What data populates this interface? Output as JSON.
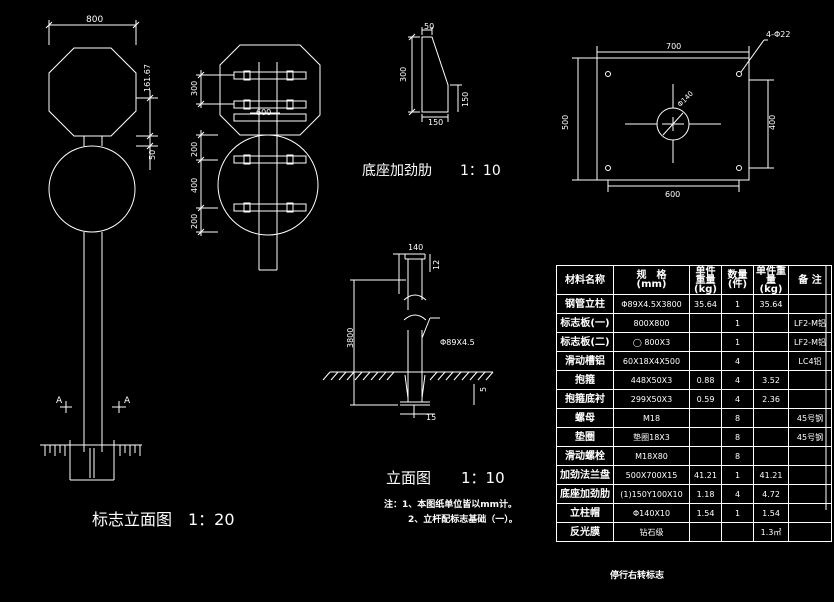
{
  "drawing": {
    "main_elevation": {
      "title": "标志立面图　1：20",
      "dims": {
        "width": "800",
        "d1": "161.67",
        "d2": "50"
      },
      "section_marks": [
        "A",
        "A"
      ]
    },
    "panel_back": {
      "dims": {
        "a": "300",
        "b": "600",
        "c": "200",
        "d": "400",
        "e": "200"
      }
    },
    "rib_detail": {
      "title": "底座加劲肋　　1：10",
      "dims": {
        "top": "50",
        "height": "300",
        "side": "150",
        "bottom": "150"
      }
    },
    "post_elevation": {
      "title": "立面图　　1：10",
      "dims": {
        "top": "140",
        "cap": "12",
        "height": "3800",
        "pipe": "Φ89X4.5",
        "base": "15",
        "side": "5"
      }
    },
    "base_plate": {
      "dims": {
        "top": "700",
        "bottom": "600",
        "left": "500",
        "right": "400",
        "holes": "4-Φ22",
        "center": "Φ140"
      }
    },
    "notes": {
      "line1": "注：1、本图纸单位皆以mm计。",
      "line2": "2、立杆配标志基础（一）。"
    },
    "footer": "停行右转标志"
  },
  "table": {
    "headers": [
      "材料名称",
      "规　格\n(mm)",
      "单件重量\n(kg)",
      "数量\n(件)",
      "单件重量\n(kg)",
      "备 注"
    ],
    "rows": [
      [
        "钢管立柱",
        "Φ89X4.5X3800",
        "35.64",
        "1",
        "35.64",
        ""
      ],
      [
        "标志板(一)",
        "800X800",
        "",
        "1",
        "",
        "LF2-M铝"
      ],
      [
        "标志板(二)",
        "◯ 800X3",
        "",
        "1",
        "",
        "LF2-M铝"
      ],
      [
        "滑动槽铝",
        "60X18X4X500",
        "",
        "4",
        "",
        "LC4铝"
      ],
      [
        "抱箍",
        "448X50X3",
        "0.88",
        "4",
        "3.52",
        ""
      ],
      [
        "抱箍底衬",
        "299X50X3",
        "0.59",
        "4",
        "2.36",
        ""
      ],
      [
        "螺母",
        "M18",
        "",
        "8",
        "",
        "45号钢"
      ],
      [
        "垫圈",
        "垫圈18X3",
        "",
        "8",
        "",
        "45号钢"
      ],
      [
        "滑动螺栓",
        "M18X80",
        "",
        "8",
        "",
        ""
      ],
      [
        "加劲法兰盘",
        "500X700X15",
        "41.21",
        "1",
        "41.21",
        ""
      ],
      [
        "底座加劲肋",
        "(1)150Y100X10",
        "1.18",
        "4",
        "4.72",
        ""
      ],
      [
        "立柱帽",
        "Φ140X10",
        "1.54",
        "1",
        "1.54",
        ""
      ],
      [
        "反光膜",
        "钻石级",
        "",
        "",
        "1.3㎡",
        ""
      ]
    ]
  }
}
